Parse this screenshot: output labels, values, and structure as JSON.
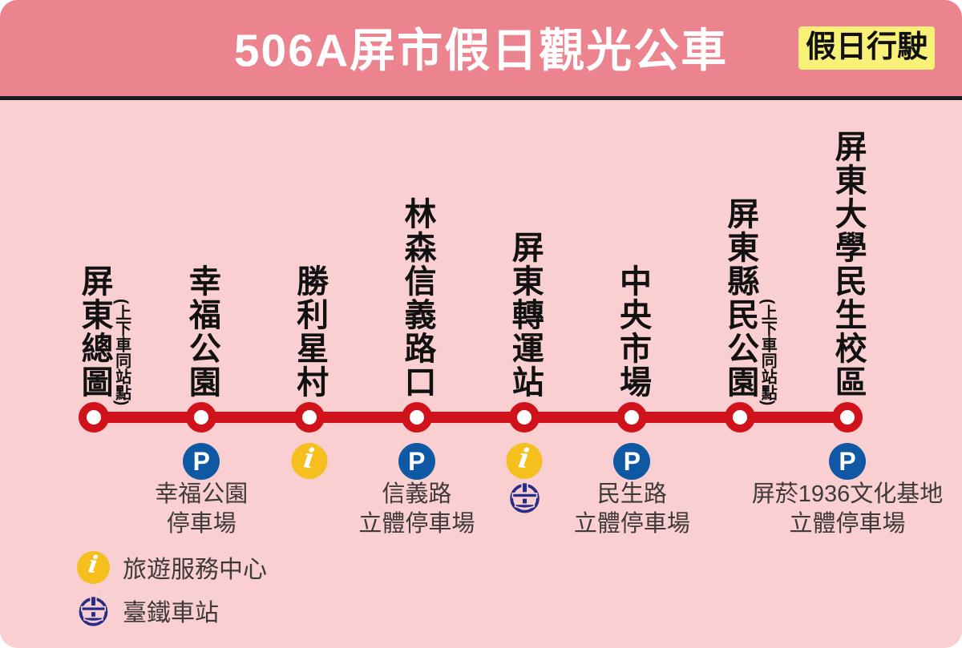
{
  "header": {
    "title": "506A屏市假日觀光公車",
    "badge": "假日行駛"
  },
  "route": {
    "stops": [
      {
        "name": "屏東總圖",
        "note": "(上下車同站點)",
        "icons": [],
        "caption_lines": []
      },
      {
        "name": "幸福公園",
        "note": "",
        "icons": [
          "parking"
        ],
        "caption_lines": [
          "幸福公園",
          "停車場"
        ]
      },
      {
        "name": "勝利星村",
        "note": "",
        "icons": [
          "info"
        ],
        "caption_lines": []
      },
      {
        "name": "林森信義路口",
        "note": "",
        "icons": [
          "parking"
        ],
        "caption_lines": [
          "信義路",
          "立體停車場"
        ]
      },
      {
        "name": "屏東轉運站",
        "note": "",
        "icons": [
          "info",
          "tra"
        ],
        "caption_lines": []
      },
      {
        "name": "中央市場",
        "note": "",
        "icons": [
          "parking"
        ],
        "caption_lines": [
          "民生路",
          "立體停車場"
        ]
      },
      {
        "name": "屏東縣民公園",
        "note": "(上下車同站點)",
        "icons": [],
        "caption_lines": []
      },
      {
        "name": "屏東大學民生校區",
        "note": "",
        "icons": [
          "parking"
        ],
        "caption_lines": [
          "屏菸1936文化基地",
          "立體停車場"
        ]
      }
    ]
  },
  "legend": {
    "items": [
      {
        "icon": "info",
        "label": "旅遊服務中心"
      },
      {
        "icon": "tra",
        "label": "臺鐵車站"
      }
    ]
  },
  "glyphs": {
    "parking": "P",
    "info": "i"
  },
  "colors": {
    "header_bg": "#EC8490",
    "body_bg": "#F9CFD1",
    "divider": "#1A1A1A",
    "route_red": "#D0121B",
    "parking_blue": "#0E58A4",
    "info_yellow": "#F5C01E",
    "tra_navy": "#252D87",
    "badge_bg": "#F9F077",
    "badge_text": "#111111",
    "title_text": "#FFFFFF",
    "station_text": "#111111",
    "caption_text": "#3E3A39"
  }
}
